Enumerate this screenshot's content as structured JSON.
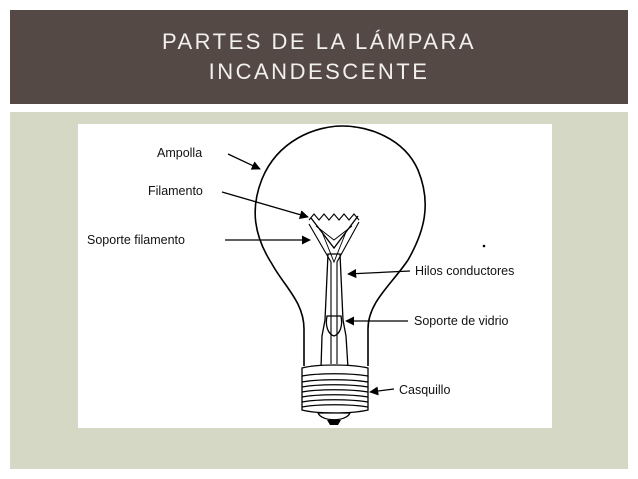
{
  "slide": {
    "title_line1": "PARTES DE LA LÁMPARA",
    "title_line2": "INCANDESCENTE"
  },
  "diagram": {
    "labels": {
      "ampolla": "Ampolla",
      "filamento": "Filamento",
      "soporte_filamento": "Soporte filamento",
      "hilos_conductores": "Hilos conductores",
      "soporte_vidrio": "Soporte de vidrio",
      "casquillo": "Casquillo"
    }
  },
  "colors": {
    "title_bar": "#554946",
    "slide_background": "#d4d8c4",
    "title_text": "#f2f0ec"
  }
}
